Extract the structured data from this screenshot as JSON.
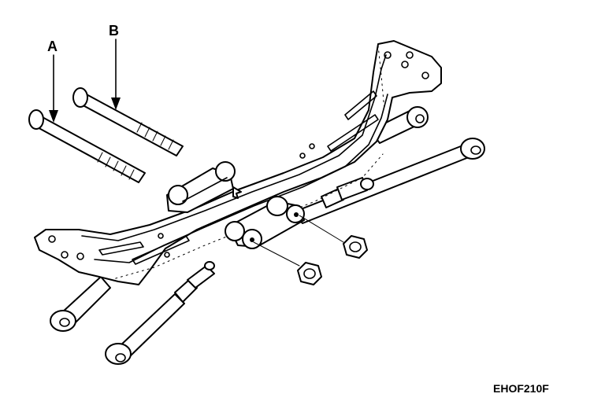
{
  "labels": {
    "a": "A",
    "b": "B"
  },
  "figure_code": "EHOF210F"
}
